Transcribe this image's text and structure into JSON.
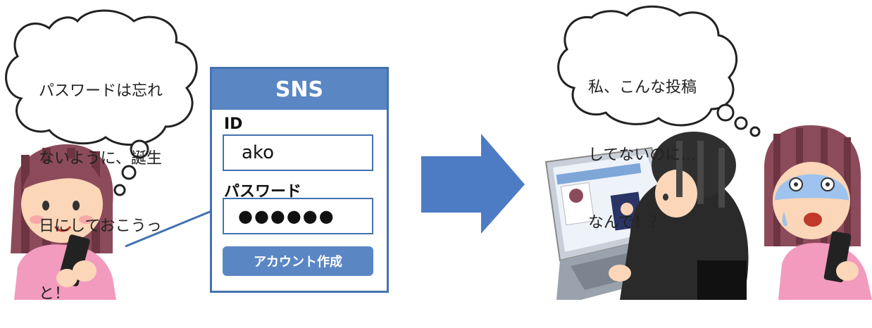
{
  "bubble_left": {
    "lines": [
      "パスワードは忘れ",
      "ないように、誕生",
      "日にしておこうっ",
      "と！"
    ]
  },
  "bubble_right": {
    "lines": [
      "私、こんな投稿",
      "してないのに…",
      "なんで！？"
    ]
  },
  "panel": {
    "title": "SNS",
    "id_label": "ID",
    "id_value": "ako",
    "password_label": "パスワード",
    "password_value": "●●●●●●",
    "create_button": "アカウント作成"
  },
  "colors": {
    "panel_blue": "#5a86c4",
    "arrow_blue": "#4d7cc4",
    "outline": "#4472b0"
  }
}
